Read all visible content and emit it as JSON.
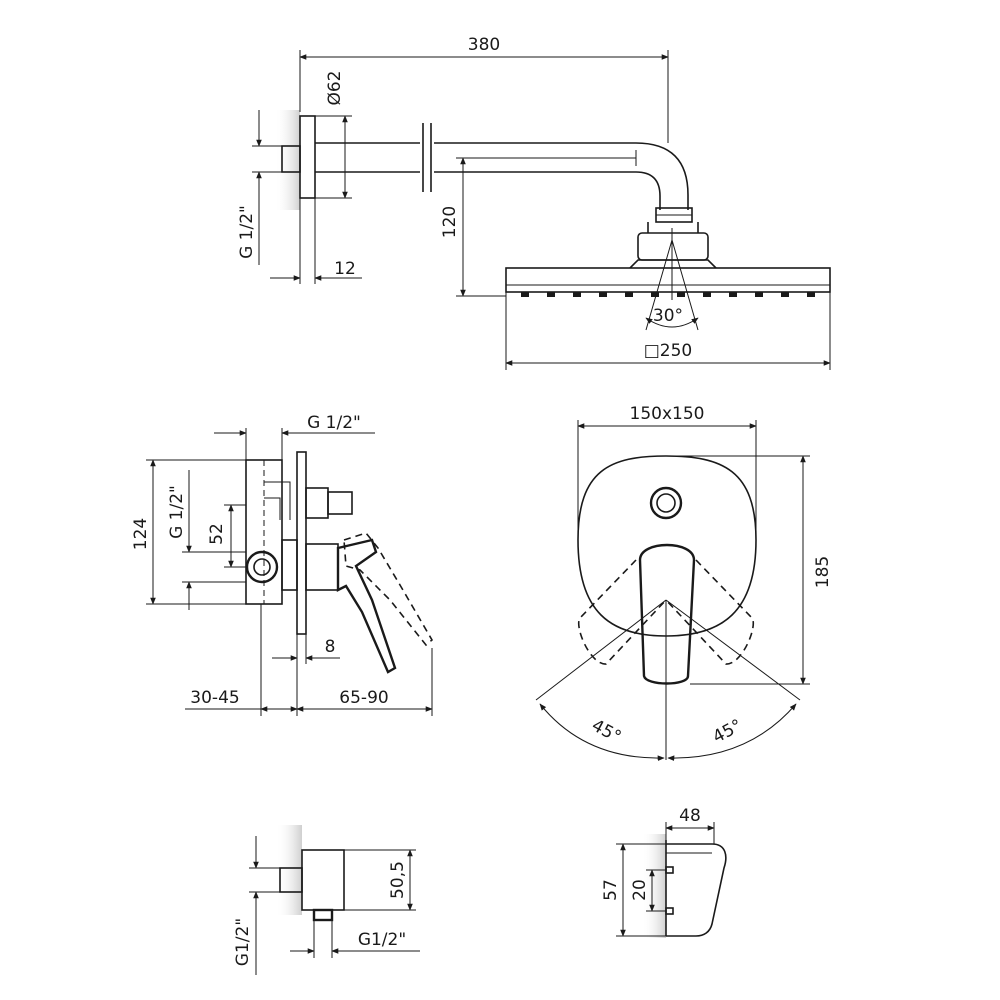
{
  "shower_arm": {
    "arm_length": "380",
    "flange_diameter": "Ø62",
    "thread": "G 1/2\"",
    "flange_depth": "12",
    "head_height": "120",
    "spray_angle": "30°",
    "head_size": "□250"
  },
  "mixer_side": {
    "thread_top": "G 1/2\"",
    "height": "124",
    "thread_left": "G 1/2\"",
    "spacing": "52",
    "plate_depth": "8",
    "depth_range": "30-45",
    "projection_range": "65-90"
  },
  "mixer_front": {
    "plate_size": "150x150",
    "height": "185",
    "angle_left": "45°",
    "angle_right": "45°"
  },
  "elbow": {
    "height": "50,5",
    "thread_left": "G1/2\"",
    "thread_bottom": "G1/2\""
  },
  "holder": {
    "width": "48",
    "height": "57",
    "hole_spacing": "20"
  }
}
